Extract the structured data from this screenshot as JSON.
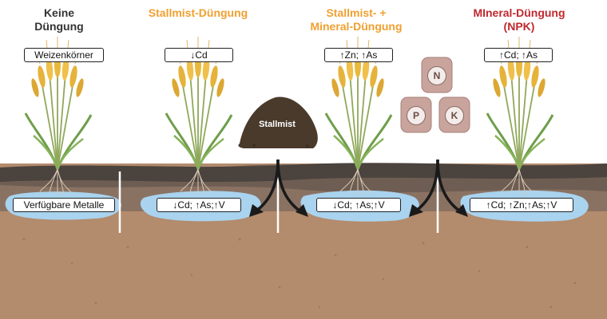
{
  "colors": {
    "orange_title": "#f0a030",
    "red_title": "#c0282e",
    "dark_title": "#333333",
    "soil_top": "#4b433e",
    "soil_mid": "#6e5d52",
    "soil_bottom": "#b38b6d",
    "water": "#a9d3ee",
    "bag": "#c9a49d"
  },
  "panels": [
    {
      "title": "Keine\nDüngung",
      "title_color": "#333333",
      "grain_label": "Weizenkörner",
      "metal_label": "Verfügbare Metalle"
    },
    {
      "title": "Stallmist-Düngung",
      "title_color": "#f0a030",
      "grain_label": "↓Cd",
      "metal_label": "↓Cd; ↑As;↑V"
    },
    {
      "title": "Stallmist- +\nMineral-Düngung",
      "title_color": "#f0a030",
      "grain_label": "↑Zn; ↑As",
      "metal_label": "↓Cd; ↑As;↑V"
    },
    {
      "title": "MIneral-Düngung\n(NPK)",
      "title_color": "#c0282e",
      "grain_label": "↑Cd; ↑As",
      "metal_label": "↑Cd; ↑Zn;↑As;↑V"
    }
  ],
  "stallmist": {
    "label": "Stallmist"
  },
  "fertilizer_bags": [
    {
      "letter": "N"
    },
    {
      "letter": "P"
    },
    {
      "letter": "K"
    }
  ]
}
